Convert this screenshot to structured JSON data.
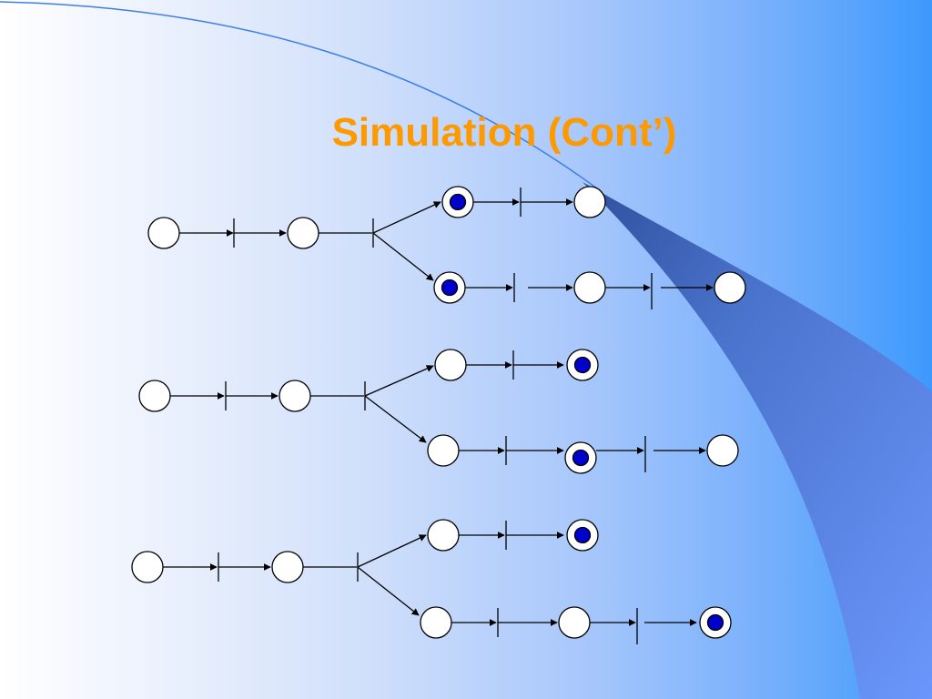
{
  "slide": {
    "title": "Simulation (Cont’)"
  },
  "colors": {
    "title": "#ff9900",
    "token": "#0000cc",
    "place_fill": "#ffffff",
    "stroke": "#000000",
    "swoosh_dark": "#3b5fb0",
    "swoosh_mid": "#5a86e8",
    "swoosh_light": "#6b96fb"
  },
  "diagrams": [
    {
      "name": "top",
      "token_places": [
        "upper-branch-place-1",
        "lower-branch-place-1"
      ]
    },
    {
      "name": "middle",
      "token_places": [
        "upper-branch-place-2",
        "lower-branch-place-2"
      ]
    },
    {
      "name": "bottom",
      "token_places": [
        "upper-branch-place-2",
        "lower-branch-place-3"
      ]
    }
  ]
}
